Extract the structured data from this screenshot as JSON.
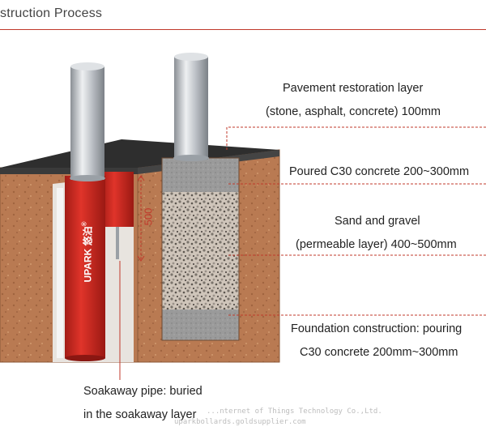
{
  "header": {
    "title": "struction Process"
  },
  "bollard": {
    "brand": "UPARK",
    "brand_cn": "悠泊",
    "registered": "®"
  },
  "dimension": {
    "value": "500"
  },
  "labels": {
    "pavement_line1": "Pavement restoration layer",
    "pavement_line2": "(stone, asphalt, concrete) 100mm",
    "poured": "Poured C30 concrete 200~300mm",
    "sand_line1": "Sand and gravel",
    "sand_line2": "(permeable layer) 400~500mm",
    "foundation_line1": "Foundation construction: pouring",
    "foundation_line2": "C30 concrete 200mm~300mm",
    "soakaway_line1": "Soakaway pipe: buried",
    "soakaway_line2": "in the soakaway layer"
  },
  "watermark": {
    "line1": "...nternet of Things Technology Co.,Ltd.",
    "line2": "uparkbollards.goldsupplier.com"
  },
  "colors": {
    "accent": "#c0392b",
    "soil": "#b97a52",
    "asphalt": "#2e2e2e",
    "concrete": "#9c9c9c",
    "gravel": "#c9bdb0",
    "bollard_red": "#d42a22",
    "steel": "#c8ccd0"
  }
}
